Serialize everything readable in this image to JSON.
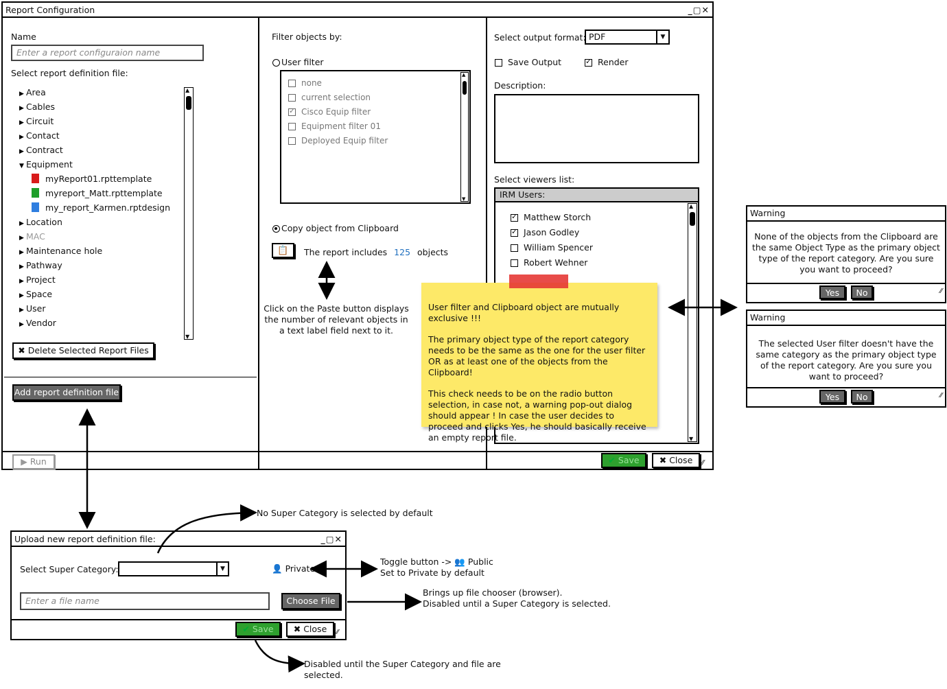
{
  "main_window": {
    "title": "Report Configuration",
    "window_controls": "_▢✕",
    "left": {
      "name_label": "Name",
      "name_placeholder": "Enter a report configuraion name",
      "select_label": "Select report definition file:",
      "tree": [
        {
          "label": "Area",
          "expanded": false
        },
        {
          "label": "Cables",
          "expanded": false
        },
        {
          "label": "Circuit",
          "expanded": false
        },
        {
          "label": "Contact",
          "expanded": false
        },
        {
          "label": "Contract",
          "expanded": false
        },
        {
          "label": "Equipment",
          "expanded": true
        },
        {
          "label": "myReport01.rpttemplate",
          "icon": "red-file-icon"
        },
        {
          "label": "myreport_Matt.rpttemplate",
          "icon": "green-file-icon"
        },
        {
          "label": "my_report_Karmen.rptdesign",
          "icon": "blue-file-icon"
        },
        {
          "label": "Location",
          "expanded": false
        },
        {
          "label": "MAC",
          "expanded": false,
          "disabled": true
        },
        {
          "label": "Maintenance hole",
          "expanded": false
        },
        {
          "label": "Pathway",
          "expanded": false
        },
        {
          "label": "Project",
          "expanded": false
        },
        {
          "label": "Space",
          "expanded": false
        },
        {
          "label": "User",
          "expanded": false
        },
        {
          "label": "Vendor",
          "expanded": false
        }
      ],
      "delete_button": "Delete Selected Report Files",
      "add_button": "Add report definition file"
    },
    "middle": {
      "filter_label": "Filter objects by:",
      "user_filter_label": "User filter",
      "filters": [
        {
          "label": "none",
          "checked": false
        },
        {
          "label": "current selection",
          "checked": false
        },
        {
          "label": "Cisco Equip filter",
          "checked": true
        },
        {
          "label": "Equipment filter 01",
          "checked": false
        },
        {
          "label": "Deployed Equip filter",
          "checked": false
        }
      ],
      "clipboard_label": "Copy object from Clipboard",
      "includes_prefix": "The report includes",
      "includes_count": "125",
      "includes_suffix": "objects",
      "paste_note": "Click on the Paste button displays the number of relevant objects in a text label field next to it."
    },
    "right": {
      "output_format_label": "Select output format:",
      "output_format_value": "PDF",
      "save_output_label": "Save Output",
      "save_output_checked": false,
      "render_label": "Render",
      "render_checked": true,
      "description_label": "Description:",
      "viewers_label": "Select viewers list:",
      "viewers_group": "IRM Users:",
      "viewers": [
        {
          "label": "Matthew Storch",
          "checked": true
        },
        {
          "label": "Jason Godley",
          "checked": true
        },
        {
          "label": "William Spencer",
          "checked": false
        },
        {
          "label": "Robert Wehner",
          "checked": false
        }
      ]
    },
    "footer": {
      "run_button": "Run",
      "save_button": "Save",
      "close_button": "Close"
    }
  },
  "sticky_note": {
    "p1": "User filter and Clipboard object are mutually exclusive !!!",
    "p2": "The primary object type of the report category needs to be the same as the one for the user filter OR as at least one of the objects from the Clipboard!",
    "p3": "This check needs to be on the radio button selection, in case not, a warning pop-out dialog should appear ! In case the user decides to proceed and clicks Yes, he should basically receive an empty report file."
  },
  "warning_1": {
    "title": "Warning",
    "text": "None of the objects from the Clipboard are the same Object Type as the primary object type of the report category. Are you sure you want to proceed?",
    "yes": "Yes",
    "no": "No"
  },
  "warning_2": {
    "title": "Warning",
    "text": "The selected User filter doesn't have the same category as the primary object type of the report category. Are you sure you want to proceed?",
    "yes": "Yes",
    "no": "No"
  },
  "upload_window": {
    "title": "Upload new report definition file:",
    "window_controls": "_▢✕",
    "super_category_label": "Select Super Category:",
    "privacy_label": "Private",
    "file_placeholder": "Enter a file name",
    "choose_file_button": "Choose File",
    "save_button": "Save",
    "close_button": "Close"
  },
  "annotations": {
    "no_super_category": "No Super Category is selected by default",
    "toggle_line1": "Toggle button ->",
    "toggle_public": "Public",
    "toggle_line2": "Set to Private by default",
    "chooser_line1": "Brings up file chooser (browser).",
    "chooser_line2": "Disabled until a Super Category is selected.",
    "save_disabled": "Disabled until the Super Category and file are selected."
  },
  "colors": {
    "sticky": "#fde968",
    "sticky_tape": "#e53935",
    "count_link": "#1f6fbf",
    "save_green": "#2ea02e"
  }
}
